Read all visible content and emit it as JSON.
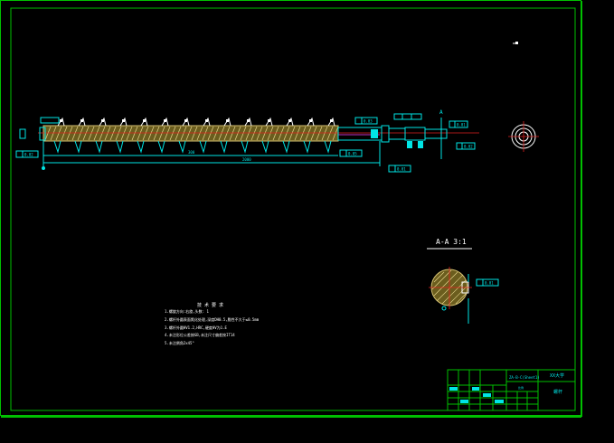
{
  "drawing": {
    "section_label": "A-A  3:1",
    "section_marker": "A",
    "title_block": {
      "drawing_name": "ZA-B-C(Sheet1)",
      "company": "XX大学",
      "part_name": "螺杆",
      "scale": "比例"
    },
    "tech_requirements": {
      "heading": "技 术 要 求",
      "lines": [
        "1.螺旋方向:右旋,头数: 1",
        "2.螺杆外圆表面氮化处理,深度DH0.5,脆性不大于≤0.5mm",
        "3.螺杆外圆HV1.2,HRC,硬度HV为1.E",
        "4.未注形位公差按GB,未注尺寸偏差按IT14",
        "5.未注倒角2x45°"
      ]
    },
    "dimensions": {
      "overall_length": "2000",
      "flight_length": "300"
    },
    "tolerance_frames": [
      "0.01",
      "0.02",
      "0.03",
      "0.05"
    ],
    "colors": {
      "background": "#000000",
      "border": "#00c000",
      "geometry": "#00e5e5",
      "hatch": "#d4c070",
      "centerline": "#e02020"
    }
  }
}
